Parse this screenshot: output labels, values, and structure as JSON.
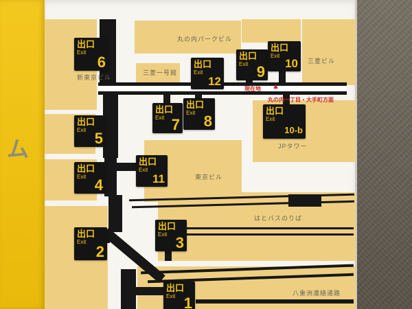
{
  "frame": {
    "partial_text": "ム"
  },
  "exits": [
    {
      "kanji": "出口",
      "en": "Exit",
      "num": "6"
    },
    {
      "kanji": "出口",
      "en": "Exit",
      "num": "12"
    },
    {
      "kanji": "出口",
      "en": "Exit",
      "num": "9"
    },
    {
      "kanji": "出口",
      "en": "Exit",
      "num": "10"
    },
    {
      "kanji": "出口",
      "en": "Exit",
      "num": "5"
    },
    {
      "kanji": "出口",
      "en": "Exit",
      "num": "7"
    },
    {
      "kanji": "出口",
      "en": "Exit",
      "num": "8"
    },
    {
      "kanji": "出口",
      "en": "Exit",
      "num": "10-b"
    },
    {
      "kanji": "出口",
      "en": "Exit",
      "num": "4"
    },
    {
      "kanji": "出口",
      "en": "Exit",
      "num": "11"
    },
    {
      "kanji": "出口",
      "en": "Exit",
      "num": "2"
    },
    {
      "kanji": "出口",
      "en": "Exit",
      "num": "3"
    },
    {
      "kanji": "出口",
      "en": "Exit",
      "num": "1"
    }
  ],
  "buildings": [
    {
      "name": "丸の内パークビル"
    },
    {
      "name": "三菱ビル"
    },
    {
      "name": "新東京ビル"
    },
    {
      "name": "三菱一号館"
    },
    {
      "name": "JPタワー"
    },
    {
      "name": "東京ビル"
    },
    {
      "name": "はとバスのりば"
    },
    {
      "name": "八重洲連絡通路"
    }
  ],
  "markers": {
    "current_location": "現在地",
    "current_symbol": "▲",
    "direction": "丸の内一丁目・大手町方面"
  },
  "colors": {
    "frame_yellow": "#f0c41d",
    "building": "#eecf82",
    "sign_bg": "#141414",
    "sign_text": "#f2c31d",
    "red": "#c32a1e",
    "wall": "#6f675d"
  }
}
